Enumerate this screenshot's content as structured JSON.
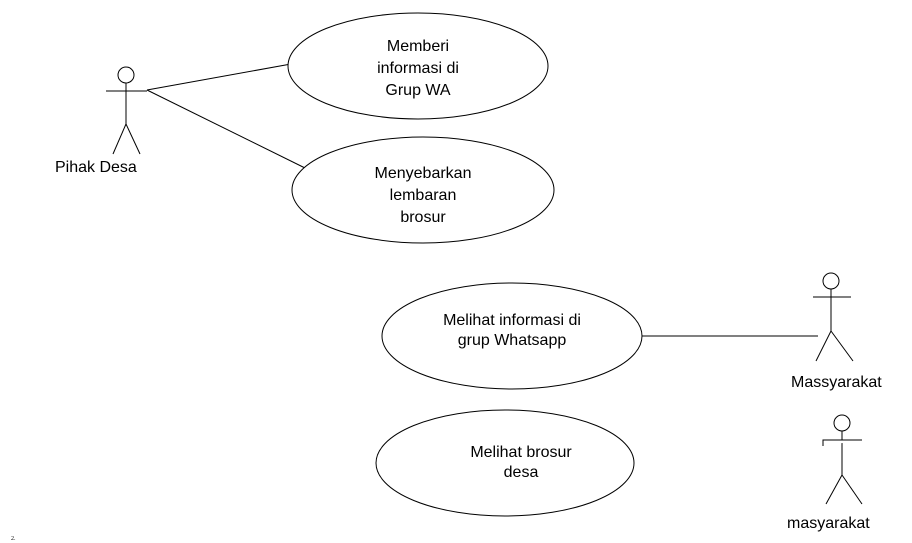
{
  "diagram": {
    "type": "use-case",
    "actors": [
      {
        "id": "pihak-desa",
        "label": "Pihak Desa"
      },
      {
        "id": "massyarakat",
        "label": "Massyarakat"
      },
      {
        "id": "masyarakat",
        "label": "masyarakat"
      }
    ],
    "use_cases": [
      {
        "id": "uc-memberi-info",
        "lines": [
          "Memberi",
          "informasi di",
          "Grup WA"
        ]
      },
      {
        "id": "uc-menyebarkan-brosur",
        "lines": [
          "Menyebarkan",
          "lembaran",
          "brosur"
        ]
      },
      {
        "id": "uc-melihat-info-wa",
        "lines": [
          "Melihat informasi di",
          "grup Whatsapp"
        ]
      },
      {
        "id": "uc-melihat-brosur",
        "lines": [
          "Melihat brosur",
          "desa"
        ]
      }
    ],
    "associations": [
      {
        "actor": "pihak-desa",
        "use_case": "uc-memberi-info"
      },
      {
        "actor": "pihak-desa",
        "use_case": "uc-menyebarkan-brosur"
      },
      {
        "actor": "massyarakat",
        "use_case": "uc-melihat-info-wa"
      }
    ],
    "footnote": "2."
  }
}
